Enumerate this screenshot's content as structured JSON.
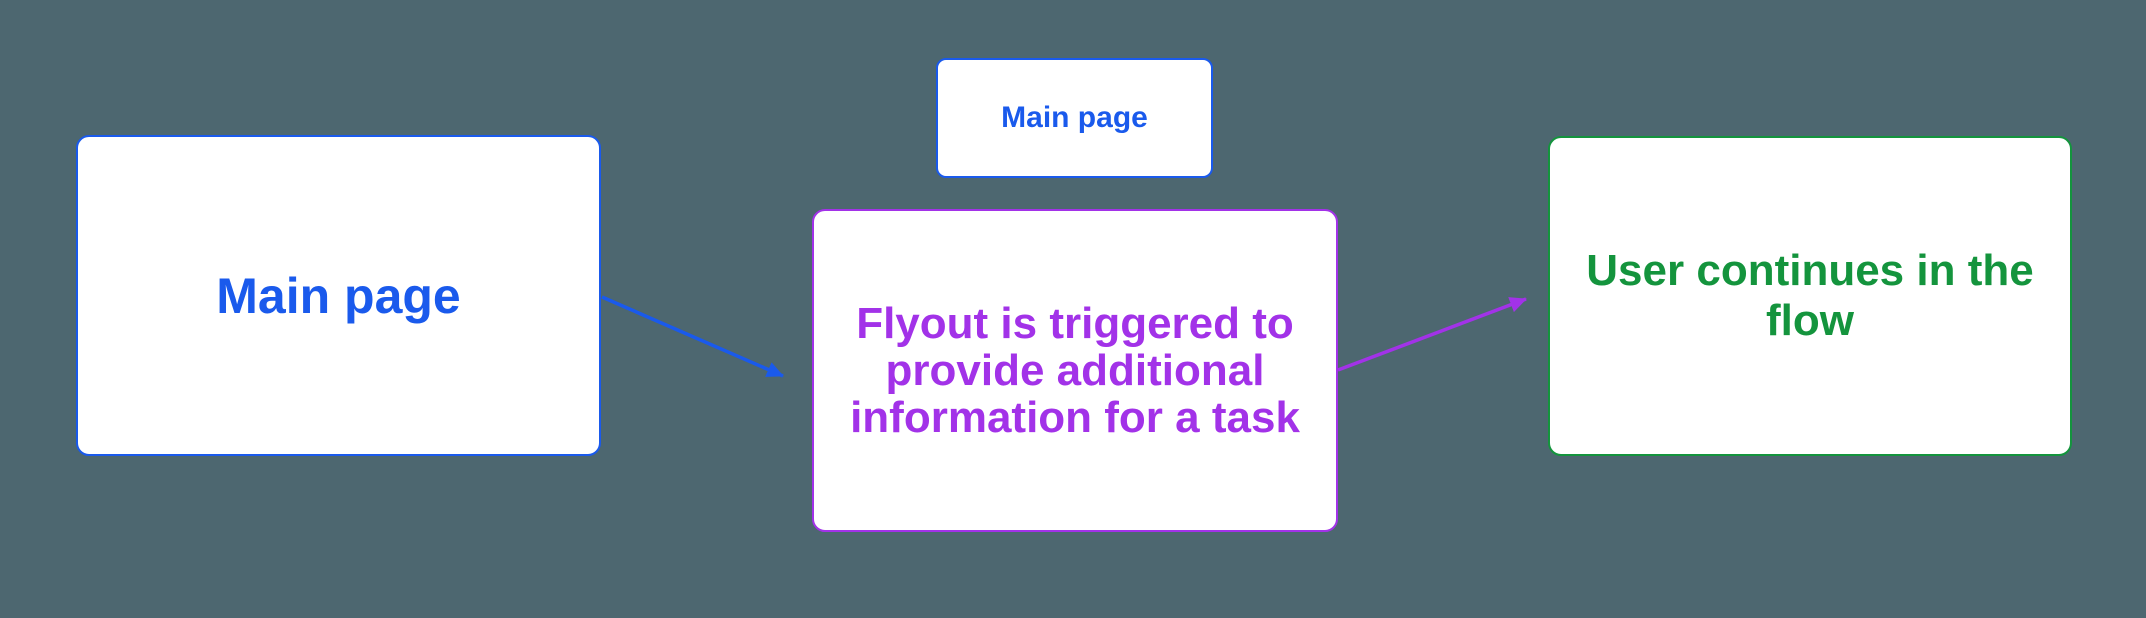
{
  "theme": {
    "background": "#4D6770",
    "node_fill": "#FFFFFF",
    "blue": "#1A5AEC",
    "purple": "#A232E8",
    "green": "#14943D"
  },
  "diagram": {
    "nodes": [
      {
        "id": "main-page",
        "label": "Main page",
        "color_role": "blue"
      },
      {
        "id": "main-page-small",
        "label": "Main page",
        "color_role": "blue"
      },
      {
        "id": "flyout",
        "label": "Flyout is triggered to provide additional information for a task",
        "color_role": "purple"
      },
      {
        "id": "user-continues",
        "label": "User continues in the flow",
        "color_role": "green"
      }
    ],
    "connectors": [
      {
        "id": "main-to-flyout",
        "from": "main-page",
        "to": "flyout",
        "color_role": "blue"
      },
      {
        "id": "flyout-to-continue",
        "from": "flyout",
        "to": "user-continues",
        "color_role": "purple"
      }
    ]
  }
}
